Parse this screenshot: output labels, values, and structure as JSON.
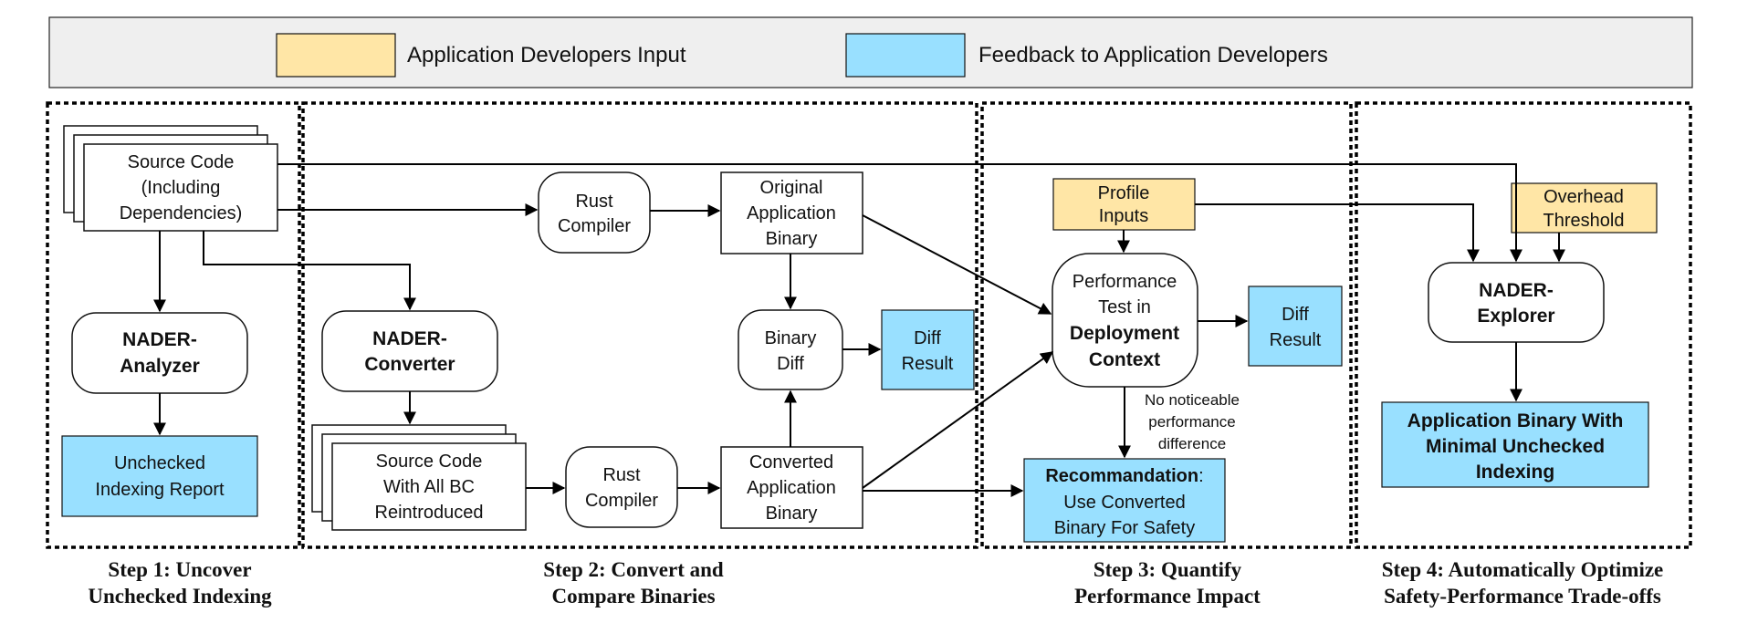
{
  "legend": {
    "input_label": "Application Developers Input",
    "feedback_label": "Feedback to Application Developers",
    "input_color": "#ffe6a6",
    "feedback_color": "#99e0ff"
  },
  "step1": {
    "source_code": [
      "Source Code",
      "(Including",
      "Dependencies)"
    ],
    "analyzer": [
      "NADER-",
      "Analyzer"
    ],
    "report": [
      "Unchecked",
      "Indexing Report"
    ],
    "caption": [
      "Step 1: Uncover",
      "Unchecked Indexing"
    ]
  },
  "step2": {
    "rust_compiler_top": [
      "Rust",
      "Compiler"
    ],
    "original_binary": [
      "Original",
      "Application",
      "Binary"
    ],
    "converter": [
      "NADER-",
      "Converter"
    ],
    "binary_diff": [
      "Binary",
      "Diff"
    ],
    "diff_result": [
      "Diff",
      "Result"
    ],
    "source_bc": [
      "Source Code",
      "With All BC",
      "Reintroduced"
    ],
    "rust_compiler_bottom": [
      "Rust",
      "Compiler"
    ],
    "converted_binary": [
      "Converted",
      "Application",
      "Binary"
    ],
    "caption": [
      "Step 2: Convert and",
      "Compare Binaries"
    ]
  },
  "step3": {
    "profile_inputs": [
      "Profile",
      "Inputs"
    ],
    "perf_test": [
      "Performance",
      "Test in",
      "Deployment",
      "Context"
    ],
    "diff_result": [
      "Diff",
      "Result"
    ],
    "no_difference": [
      "No noticeable",
      "performance",
      "difference"
    ],
    "recommendation_title": "Recommandation",
    "recommendation_colon": ":",
    "recommendation_body": [
      "Use Converted",
      "Binary For Safety"
    ],
    "caption": [
      "Step 3: Quantify",
      "Performance Impact"
    ]
  },
  "step4": {
    "overhead": [
      "Overhead",
      "Threshold"
    ],
    "explorer": [
      "NADER-",
      "Explorer"
    ],
    "result": [
      "Application Binary With",
      "Minimal Unchecked",
      "Indexing"
    ],
    "caption": [
      "Step 4: Automatically Optimize",
      "Safety-Performance Trade-offs"
    ]
  }
}
